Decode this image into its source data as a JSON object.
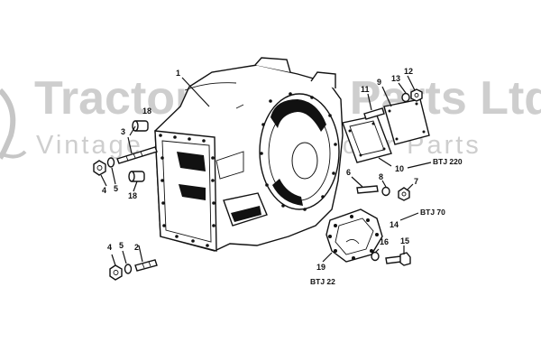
{
  "watermark": {
    "title": "Tractor Spare Parts Ltd",
    "subtitle": "Vintage & Classic Tractor Parts"
  },
  "callouts": [
    "1",
    "2",
    "3",
    "4",
    "4",
    "5",
    "5",
    "6",
    "7",
    "8",
    "9",
    "10",
    "11",
    "12",
    "13",
    "14",
    "15",
    "16",
    "18",
    "18",
    "19"
  ],
  "references": {
    "btj220": "BTJ 220",
    "btj70": "BTJ 70",
    "btj22": "BTJ 22"
  },
  "colors": {
    "line": "#111111",
    "watermark": "#c6c6c6",
    "background": "#ffffff"
  }
}
